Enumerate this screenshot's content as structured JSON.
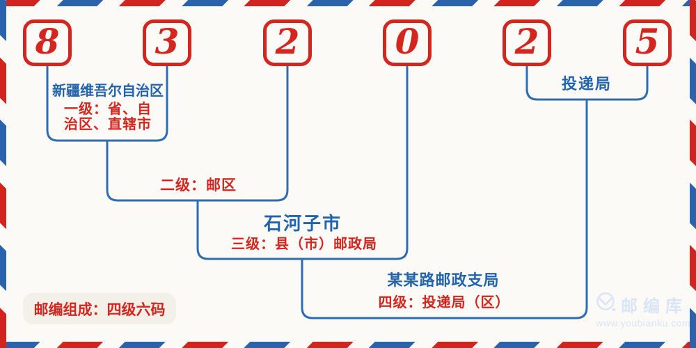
{
  "postal_code": {
    "digits": [
      "8",
      "3",
      "2",
      "0",
      "2",
      "5"
    ]
  },
  "levels": {
    "level1": {
      "name": "新疆维吾尔自治区",
      "desc_line1": "一级：省、自",
      "desc_line2": "治区、直辖市"
    },
    "level2": {
      "desc": "二级：邮区"
    },
    "level3": {
      "name": "石河子市",
      "desc": "三级：县（市）邮政局"
    },
    "level4": {
      "name": "某某路邮政支局",
      "desc": "四级：投递局（区）"
    },
    "level5": {
      "name": "投递局"
    }
  },
  "footer": {
    "composition_note": "邮编组成：四级六码"
  },
  "watermark": {
    "brand": "邮编库",
    "url": "www.youbianku.com",
    "icon": "envelope-logo-icon"
  },
  "colors": {
    "digit_red": "#d3261f",
    "line_blue": "#2e6db4",
    "text_blue": "#2263ae",
    "stripe_red": "#d2241e",
    "stripe_blue": "#2a62ae",
    "background": "#fbfaf6",
    "badge_bg": "#f3f0ea",
    "watermark_blue": "#d9e5f6"
  }
}
